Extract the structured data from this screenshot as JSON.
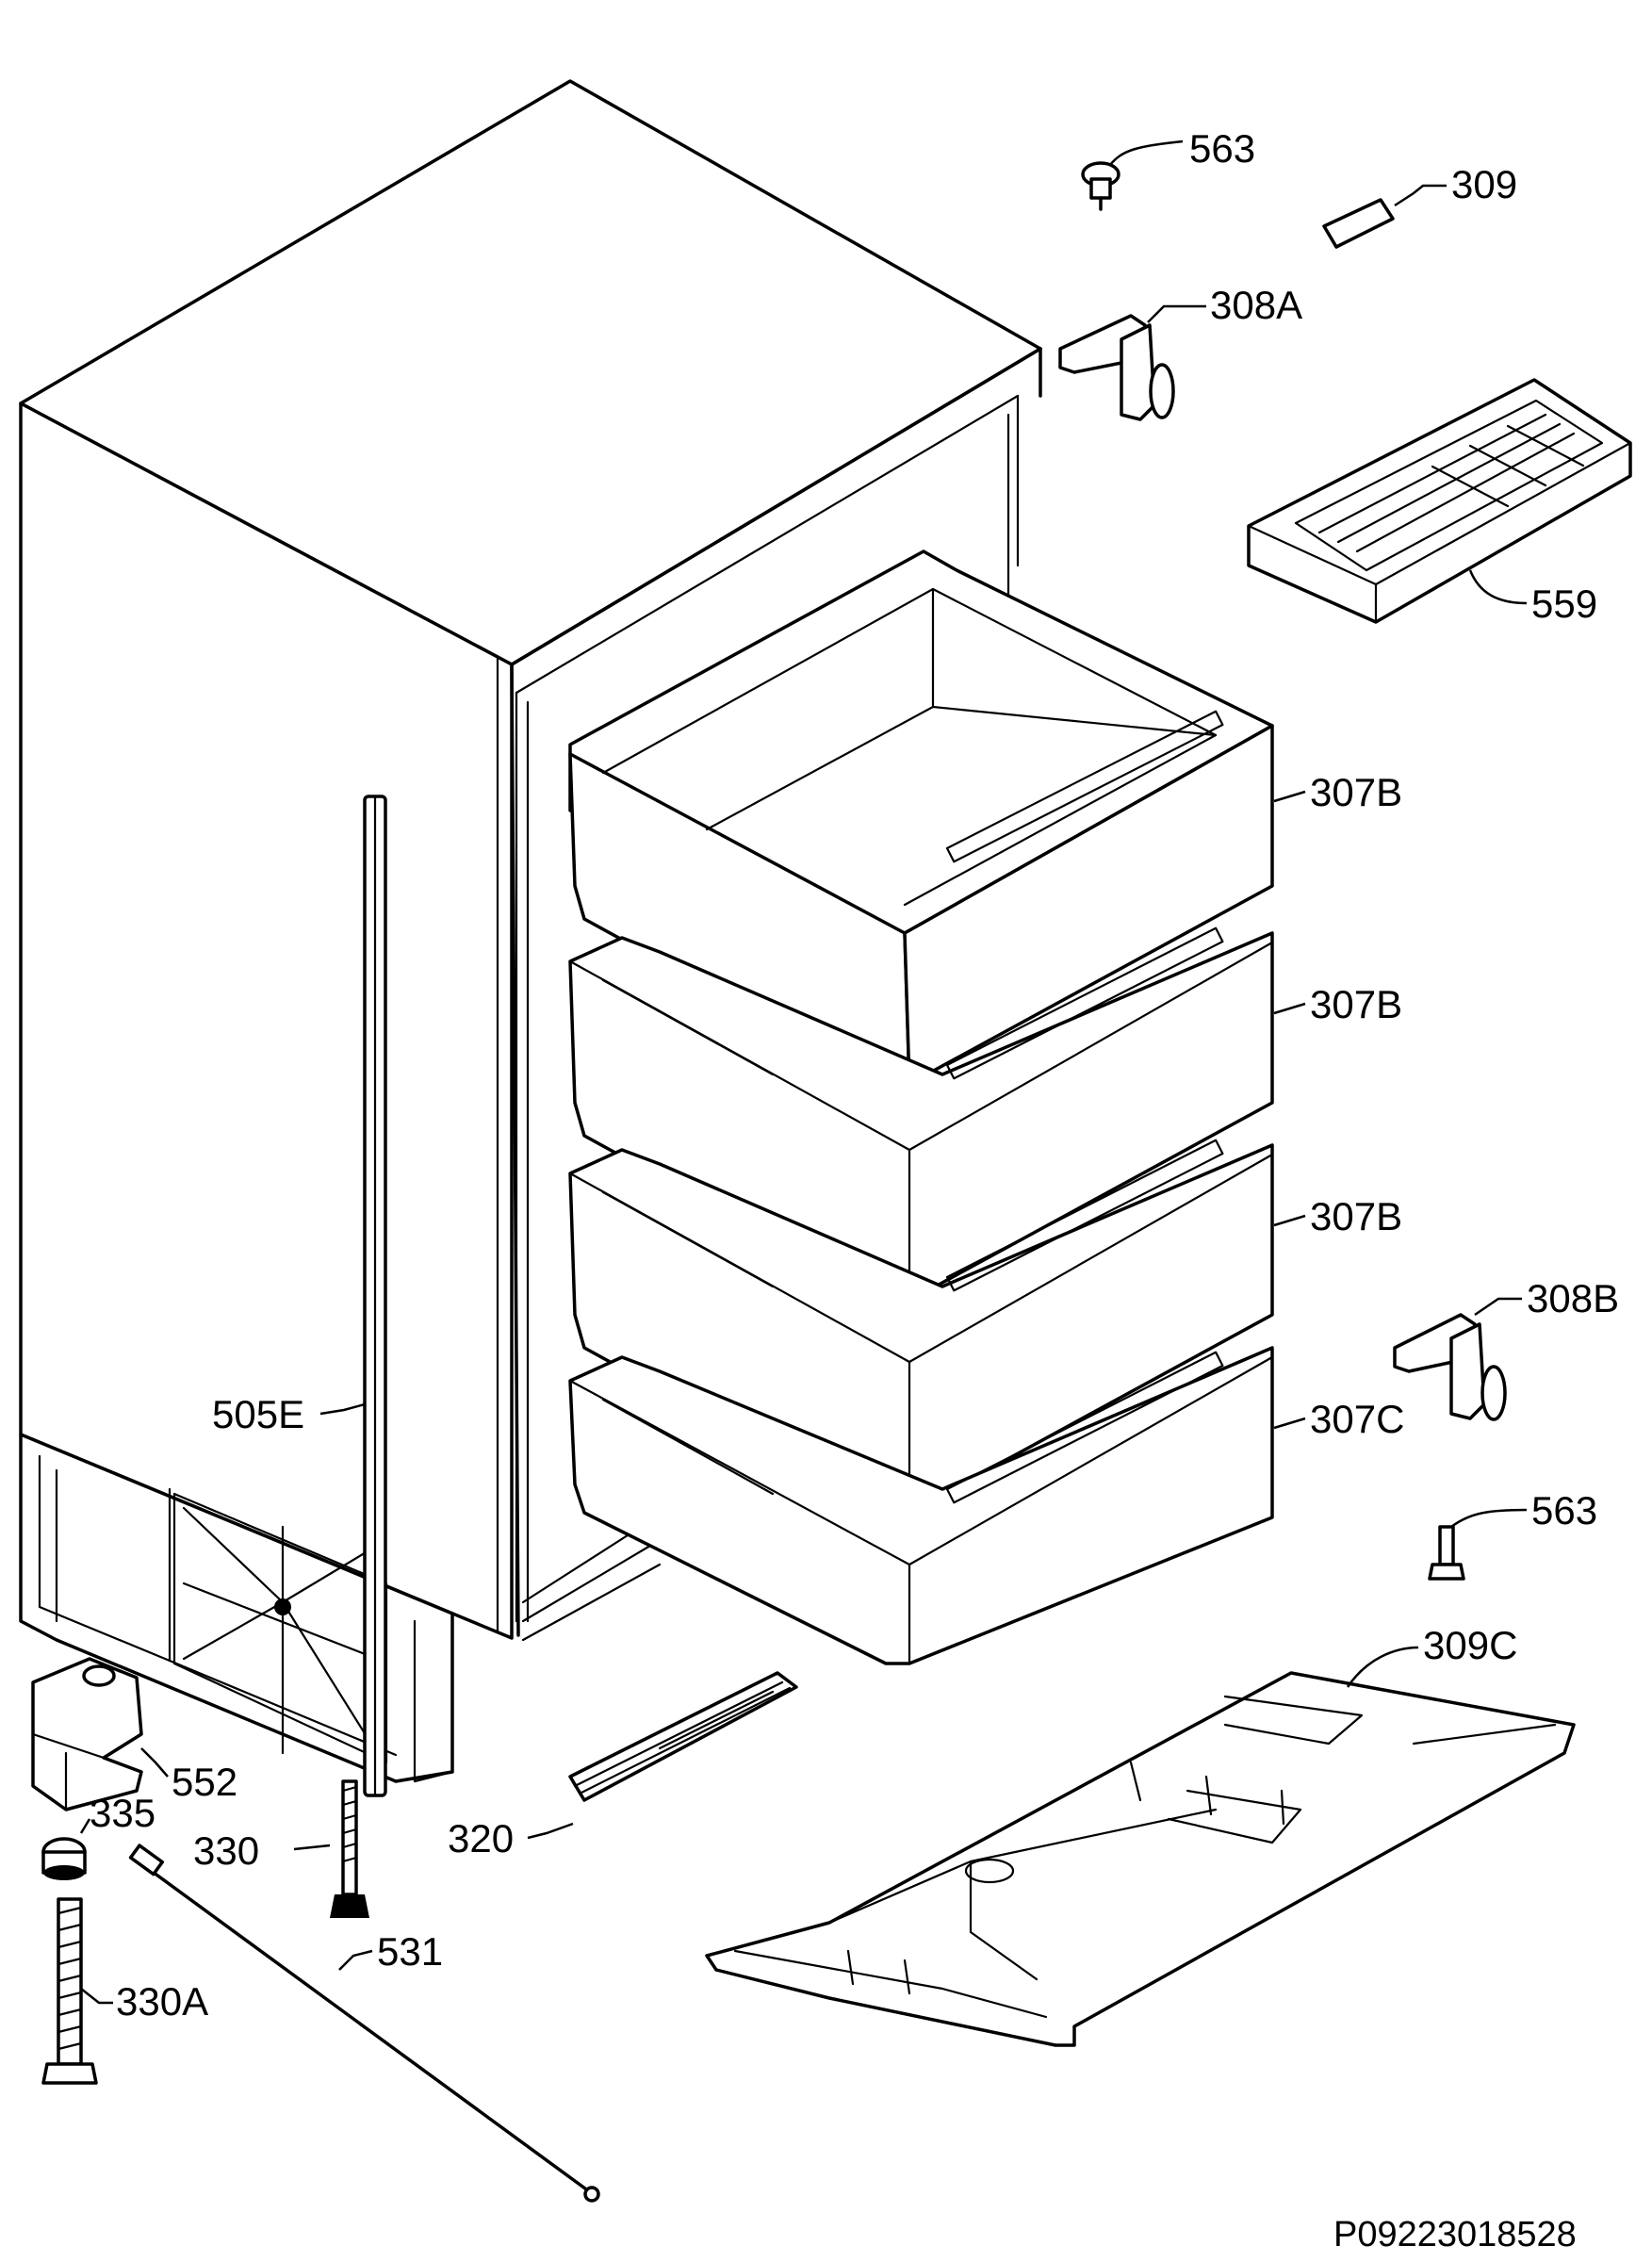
{
  "labels": {
    "l563a": "563",
    "l309": "309",
    "l308a": "308A",
    "l559": "559",
    "l307b1": "307B",
    "l307b2": "307B",
    "l307b3": "307B",
    "l308b": "308B",
    "l307c": "307C",
    "l505e": "505E",
    "l563b": "563",
    "l309c": "309C",
    "l552": "552",
    "l335": "335",
    "l330": "330",
    "l320": "320",
    "l531": "531",
    "l330a": "330A"
  },
  "drawing_code": "P09223018528"
}
